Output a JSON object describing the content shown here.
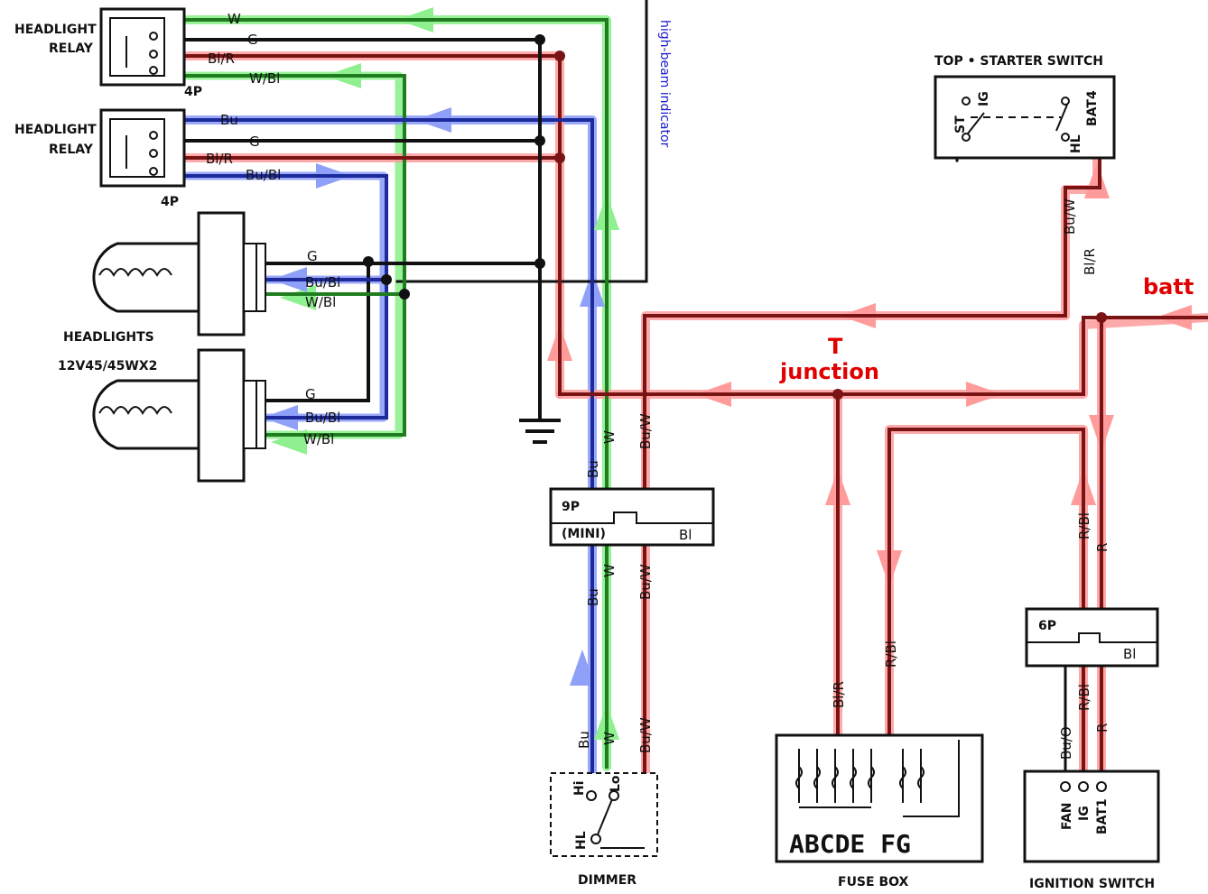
{
  "components": {
    "headlight_relay_1": {
      "title_line1": "HEADLIGHT",
      "title_line2": "RELAY",
      "connector": "4P"
    },
    "headlight_relay_2": {
      "title_line1": "HEADLIGHT",
      "title_line2": "RELAY",
      "connector": "4P"
    },
    "headlights": {
      "title_line1": "HEADLIGHTS",
      "title_line2": "12V45/45WX2"
    },
    "top_starter_switch": {
      "title": "TOP • STARTER SWITCH",
      "terminals": [
        "ST",
        "IG",
        "HL",
        "BAT4"
      ]
    },
    "connector_9p": {
      "pins": "9P",
      "type": "(MINI)",
      "color": "Bl"
    },
    "connector_6p": {
      "pins": "6P",
      "color": "Bl"
    },
    "dimmer": {
      "title": "DIMMER",
      "terminals": [
        "Hi",
        "Lo",
        "HL"
      ]
    },
    "fuse_box": {
      "title": "FUSE BOX",
      "letters": "ABCDE FG"
    },
    "ignition_switch": {
      "title": "IGNITION SWITCH",
      "terminals": [
        "FAN",
        "IG",
        "BAT1"
      ]
    }
  },
  "annotations": {
    "high_beam_indicator": "high-beam indicator",
    "batt": "batt",
    "t_junction_line1": "T",
    "t_junction_line2": "junction"
  },
  "wire_labels": {
    "relay1_w": "W",
    "relay1_g": "G",
    "relay1_blr": "Bl/R",
    "relay1_wbl": "W/Bl",
    "relay2_bu": "Bu",
    "relay2_g": "G",
    "relay2_blr": "Bl/R",
    "relay2_bubl": "Bu/Bl",
    "hl1_g": "G",
    "hl1_bubl": "Bu/Bl",
    "hl1_wbl": "W/Bl",
    "hl2_g": "G",
    "hl2_bubl": "Bu/Bl",
    "hl2_wbl": "W/Bl",
    "upper_bu": "Bu",
    "upper_w": "W",
    "upper_buw": "Bu/W",
    "mid_bu": "Bu",
    "mid_w": "W",
    "mid_buw": "Bu/W",
    "low_bu": "Bu",
    "low_w": "W",
    "low_buw": "Bu/W",
    "starter_buw": "Bu/W",
    "starter_blr": "Bl/R",
    "fuse_blr": "Bl/R",
    "fuse_rbl": "R/Bl",
    "ign_rbl_upper": "R/Bl",
    "ign_r_upper": "R",
    "ign_buo": "Bu/O",
    "ign_rbl_lower": "R/Bl",
    "ign_r_lower": "R"
  },
  "colors": {
    "wire_black": "#111111",
    "wire_green": "#1f7d1f",
    "wire_blue": "#1c2a9c",
    "wire_red": "#7a1414",
    "highlight_green": "#8ef08e",
    "highlight_blue": "#8fa0f8",
    "highlight_red": "#ff9b9b",
    "annotation_red": "#e00000",
    "annotation_blue": "#1a1acc"
  }
}
